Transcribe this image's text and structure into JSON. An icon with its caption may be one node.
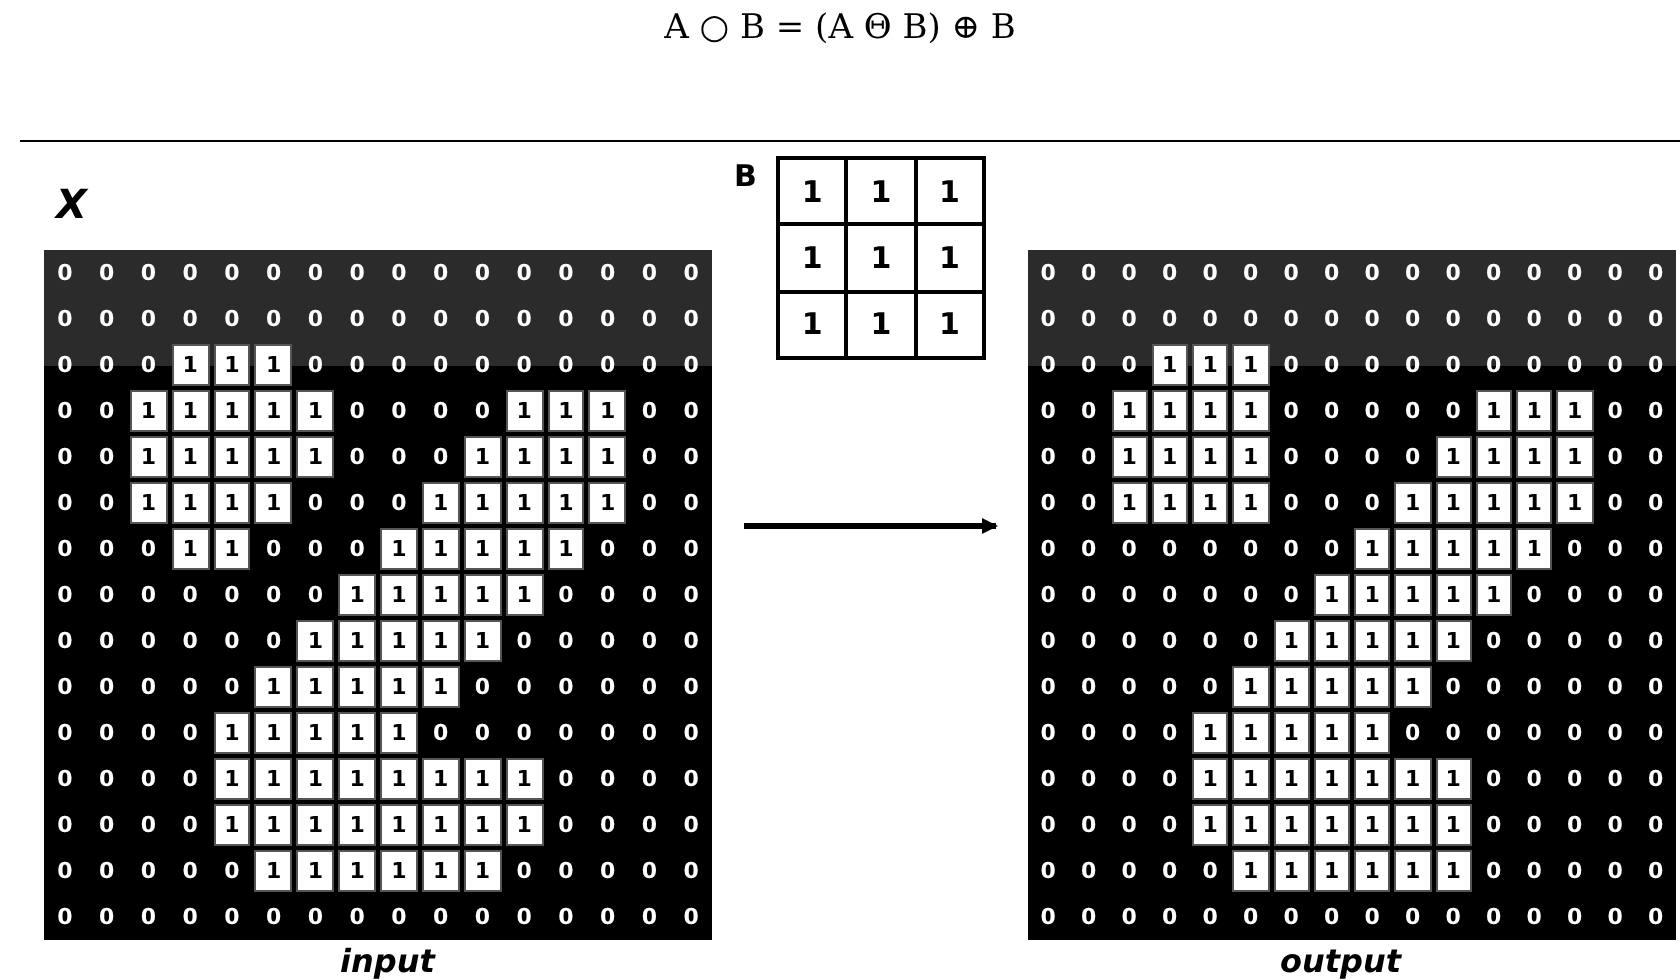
{
  "diagram": {
    "title": "A ○ B = (A Θ B) ⊕ B",
    "nodes": [
      {
        "text": [],
        "shape": "box",
        "beside": [
          "X",
          "input"
        ]
      },
      {
        "text": [],
        "shape": "box",
        "beside": [
          "output"
        ]
      }
    ],
    "edges": [
      {
        "from": 0,
        "to": 1,
        "arrow": "to"
      }
    ],
    "labels": [
      "B",
      "1",
      "1",
      "1",
      "1",
      "1",
      "1",
      "1",
      "1",
      "1",
      "0",
      "0",
      "0",
      "0",
      "0",
      "0",
      "0",
      "0",
      "0",
      "0",
      "0",
      "0",
      "0",
      "0",
      "0",
      "0",
      "0",
      "0",
      "0",
      "0",
      "0",
      "0",
      "0",
      "0",
      "0",
      "0",
      "0",
      "0",
      "0",
      "0",
      "0",
      "0",
      "0",
      "0",
      "0",
      "1",
      "1",
      "1",
      "0",
      "0",
      "0",
      "0",
      "0",
      "0",
      "0",
      "0",
      "0",
      "0",
      "0",
      "0",
      "1",
      "1",
      "1",
      "1",
      "1",
      "0",
      "0",
      "0",
      "0",
      "1",
      "1",
      "1",
      "0",
      "0",
      "0",
      "0",
      "1",
      "1",
      "1",
      "1",
      "1",
      "0",
      "0",
      "0",
      "1",
      "1",
      "1",
      "1",
      "0",
      "0",
      "0",
      "0",
      "1",
      "1",
      "1",
      "1",
      "0",
      "0",
      "0",
      "1",
      "1",
      "1",
      "1",
      "1",
      "0",
      "0",
      "0",
      "0",
      "0",
      "1",
      "1",
      "0",
      "0",
      "0",
      "1",
      "1",
      "1",
      "1",
      "1",
      "0",
      "0",
      "0",
      "0",
      "0",
      "0",
      "0",
      "0",
      "0",
      "0",
      "1",
      "1",
      "1",
      "1",
      "1",
      "0",
      "0",
      "0",
      "0",
      "0",
      "0",
      "0",
      "0",
      "0",
      "0",
      "1",
      "1",
      "1",
      "1",
      "1",
      "0",
      "0",
      "0",
      "0",
      "0",
      "0",
      "0",
      "0",
      "0",
      "0",
      "1",
      "1",
      "1",
      "1",
      "1",
      "0",
      "0",
      "0",
      "0",
      "0",
      "0",
      "0",
      "0",
      "0",
      "0",
      "1",
      "1",
      "1",
      "1",
      "1",
      "0",
      "0",
      "0",
      "0",
      "0",
      "0",
      "0",
      "0",
      "0",
      "0",
      "0",
      "1",
      "1",
      "1",
      "1",
      "1",
      "1",
      "1",
      "1",
      "0",
      "0",
      "0",
      "0",
      "0",
      "0",
      "0",
      "0",
      "1",
      "1",
      "1",
      "1",
      "1",
      "1",
      "1",
      "1",
      "0",
      "0",
      "0",
      "0",
      "0",
      "0",
      "0",
      "0",
      "0",
      "1",
      "1",
      "1",
      "1",
      "1",
      "1",
      "0",
      "0",
      "0",
      "0",
      "0",
      "0",
      "0",
      "0",
      "0",
      "0",
      "0",
      "0",
      "0",
      "0",
      "0",
      "0",
      "0",
      "0",
      "0",
      "0",
      "0",
      "0",
      "0",
      "0",
      "0",
      "0",
      "0",
      "0",
      "0",
      "0",
      "0",
      "0",
      "0",
      "0",
      "0",
      "0",
      "0",
      "0",
      "0",
      "0",
      "0",
      "0",
      "0",
      "0",
      "0",
      "0",
      "0",
      "0",
      "0",
      "0",
      "0",
      "0",
      "0",
      "0",
      "0",
      "0",
      "1",
      "1",
      "1",
      "0",
      "0",
      "0",
      "0",
      "0",
      "0",
      "0",
      "0",
      "0",
      "0",
      "0",
      "0",
      "1",
      "1",
      "1",
      "1",
      "0",
      "0",
      "0",
      "0",
      "0",
      "1",
      "1",
      "1",
      "0",
      "0",
      "0",
      "0",
      "1",
      "1",
      "1",
      "1",
      "0",
      "0",
      "0",
      "0",
      "1",
      "1",
      "1",
      "1",
      "0",
      "0",
      "0",
      "0",
      "1",
      "1",
      "1",
      "1",
      "0",
      "0",
      "0",
      "1",
      "1",
      "1",
      "1",
      "1",
      "0",
      "0",
      "0",
      "0",
      "0",
      "0",
      "0",
      "0",
      "0",
      "0",
      "1",
      "1",
      "1",
      "1",
      "1",
      "0",
      "0",
      "0",
      "0",
      "0",
      "0",
      "0",
      "0",
      "0",
      "0",
      "1",
      "1",
      "1",
      "1",
      "1",
      "0",
      "0",
      "0",
      "0",
      "0",
      "0",
      "0",
      "0",
      "0",
      "0",
      "1",
      "1",
      "1",
      "1",
      "1",
      "0",
      "0",
      "0",
      "0",
      "0",
      "0",
      "0",
      "0",
      "0",
      "0",
      "1",
      "1",
      "1",
      "1",
      "1",
      "0",
      "0",
      "0",
      "0",
      "0",
      "0",
      "0",
      "0",
      "0",
      "0",
      "1",
      "1",
      "1",
      "1",
      "1",
      "0",
      "0",
      "0",
      "0",
      "0",
      "0",
      "0",
      "0",
      "0",
      "0",
      "0",
      "1",
      "1",
      "1",
      "1",
      "1",
      "1",
      "1",
      "0",
      "0",
      "0",
      "0",
      "0",
      "0",
      "0",
      "0",
      "0",
      "1",
      "1",
      "1",
      "1",
      "1",
      "1",
      "1",
      "0",
      "0",
      "0",
      "0",
      "0",
      "0",
      "0",
      "0",
      "0",
      "0",
      "1",
      "1",
      "1",
      "1",
      "1",
      "1",
      "0",
      "0",
      "0",
      "0",
      "0",
      "0",
      "0",
      "0",
      "0",
      "0",
      "0",
      "0",
      "0",
      "0",
      "0",
      "0",
      "0",
      "0",
      "0",
      "0",
      "0"
    ]
  }
}
